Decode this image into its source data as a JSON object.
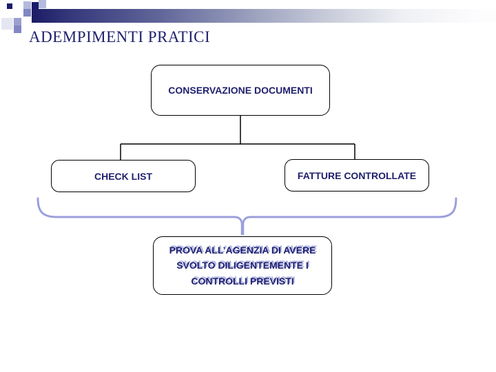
{
  "slide": {
    "title": "ADEMPIMENTI PRATICI"
  },
  "diagram": {
    "root_box": {
      "label": "CONSERVAZIONE DOCUMENTI"
    },
    "left_box": {
      "label": "CHECK LIST"
    },
    "right_box": {
      "label": "FATTURE CONTROLLATE"
    },
    "result_box": {
      "lines": [
        "PROVA ALL’AGENZIA DI AVERE",
        "SVOLTO DILIGENTEMENTE I",
        "CONTROLLI PREVISTI"
      ]
    }
  },
  "colors": {
    "text_navy": "#1f1f6e",
    "box_border": "#000000",
    "connector_black": "#000000",
    "brace_lavender": "#9b9fdb",
    "result_text_shadow": "#aab1e2",
    "banner_gradient_start": "#1c1c66",
    "banner_gradient_end": "#fdfdfe",
    "background": "#ffffff"
  }
}
